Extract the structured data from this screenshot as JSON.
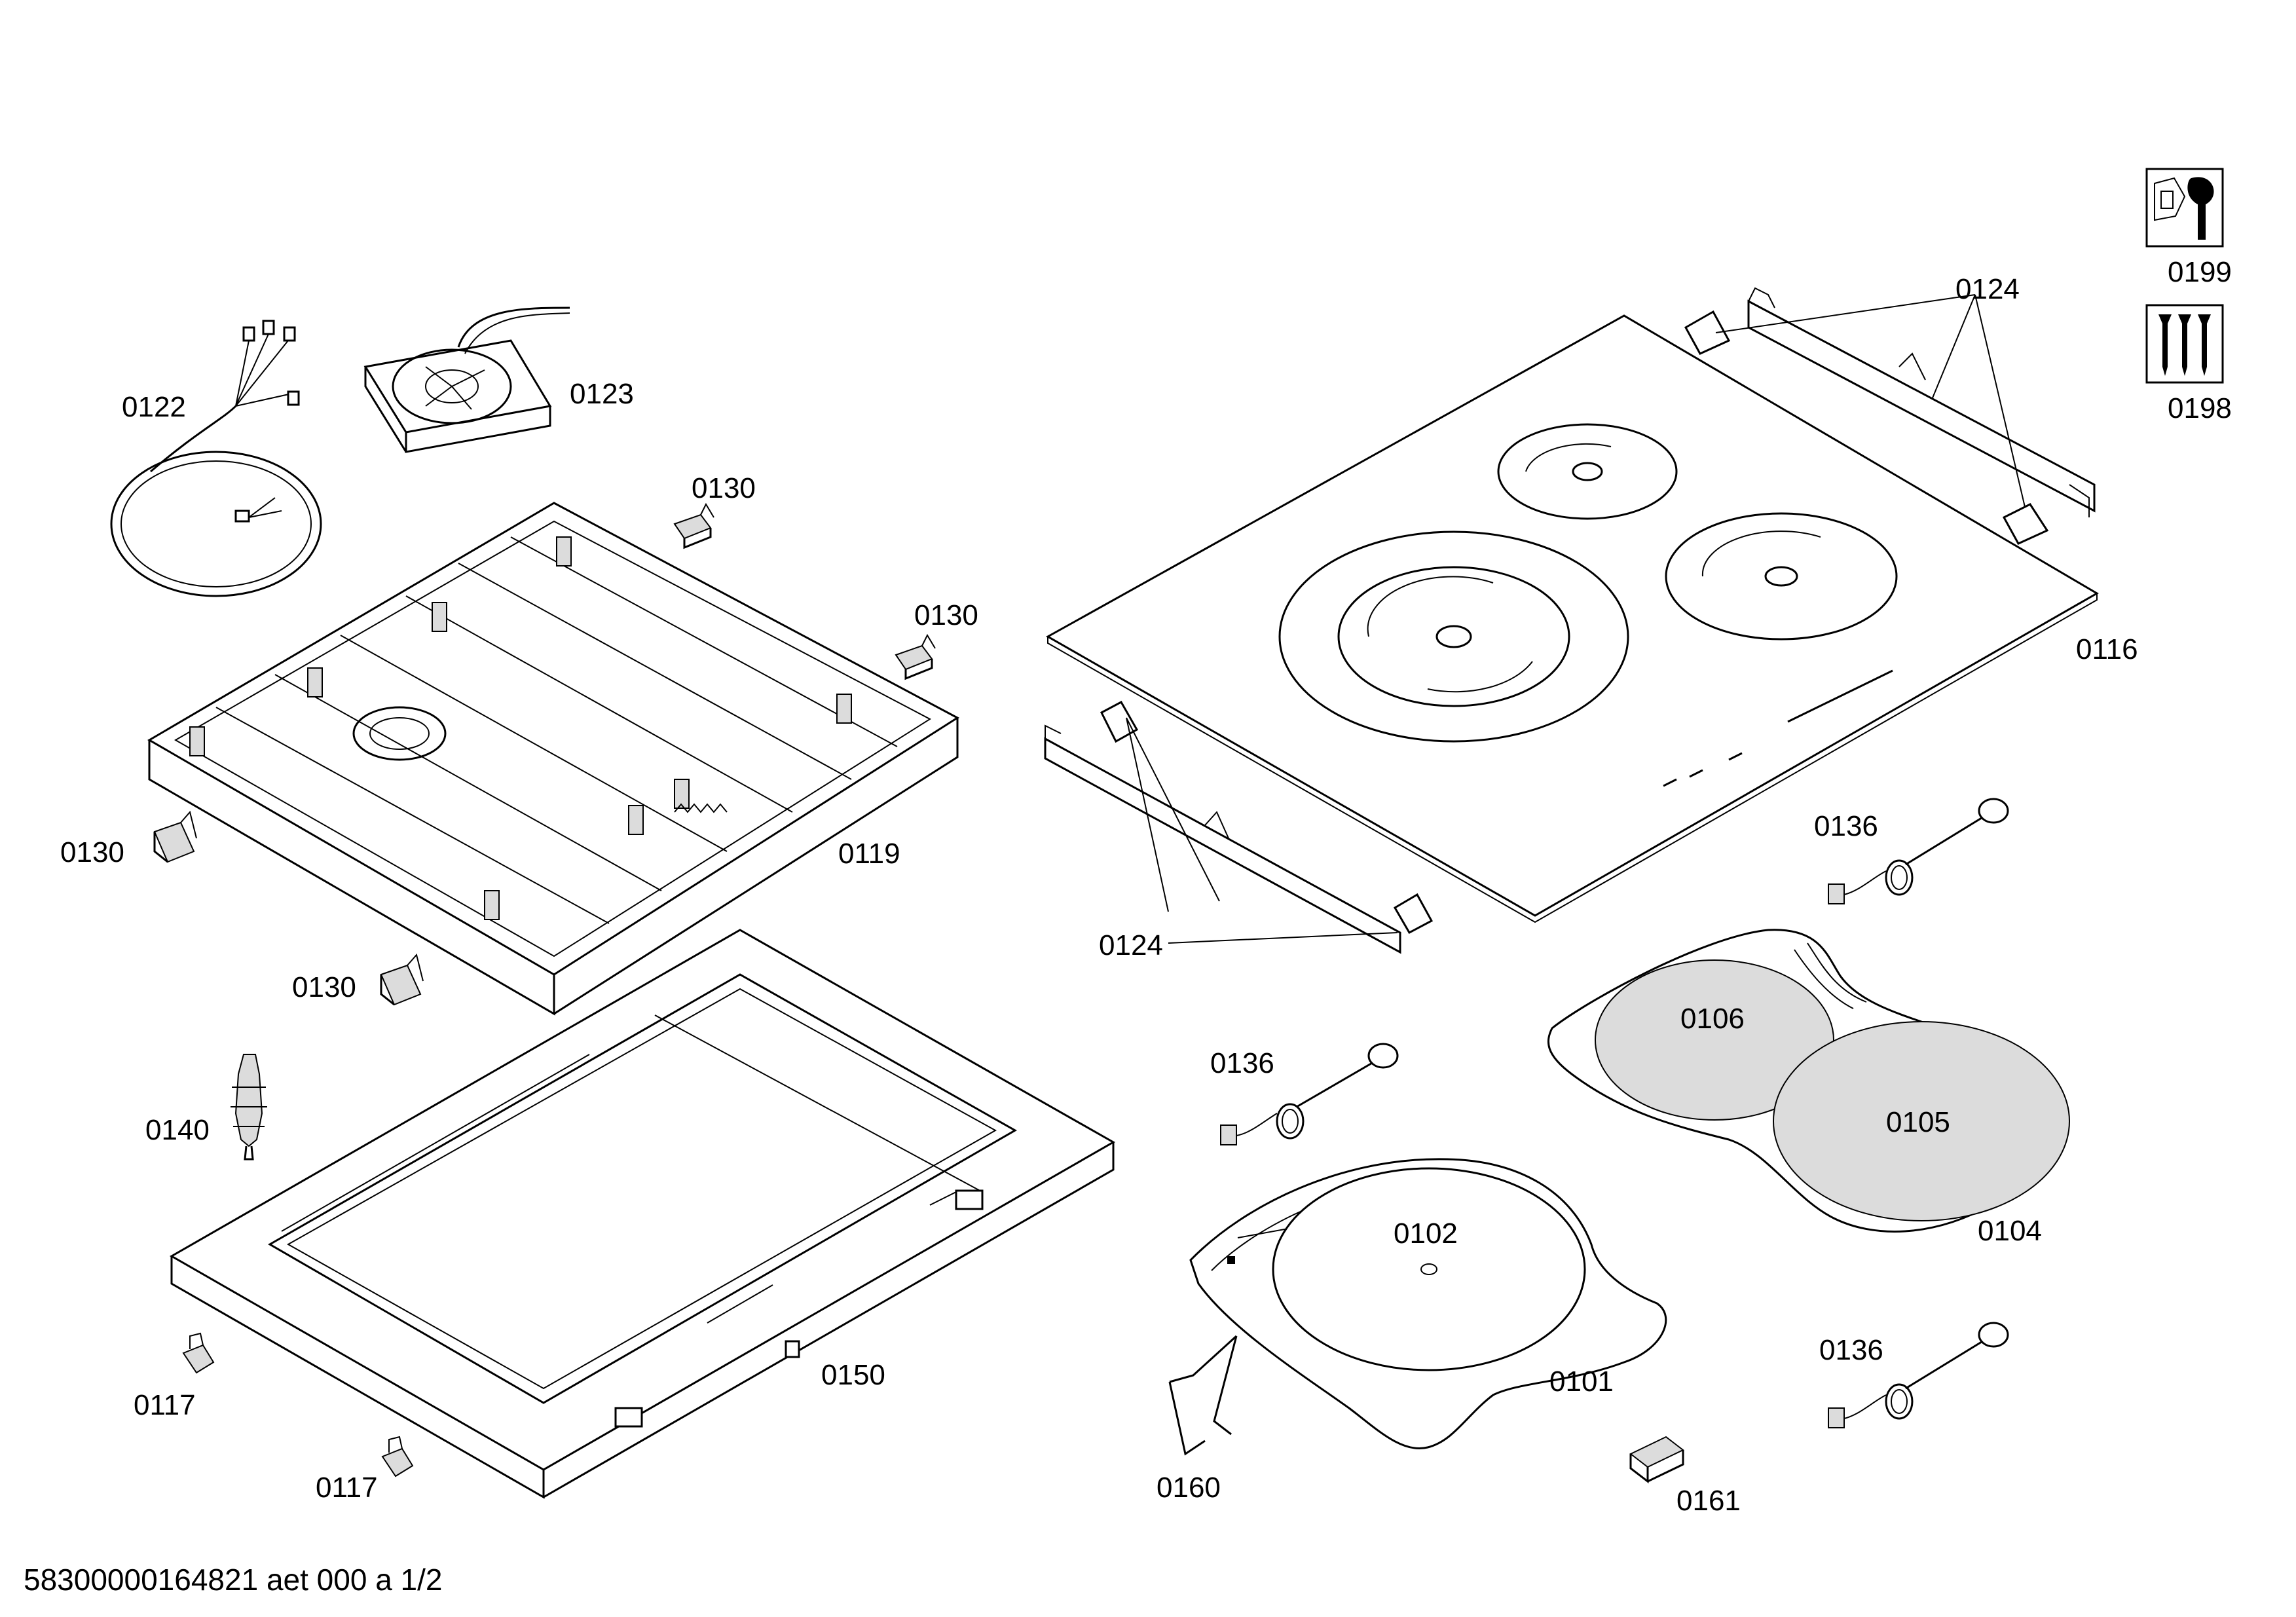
{
  "parts": {
    "p0101": "0101",
    "p0102": "0102",
    "p0104": "0104",
    "p0105": "0105",
    "p0106": "0106",
    "p0116": "0116",
    "p0117a": "0117",
    "p0117b": "0117",
    "p0119": "0119",
    "p0122": "0122",
    "p0123": "0123",
    "p0124a": "0124",
    "p0124b": "0124",
    "p0130a": "0130",
    "p0130b": "0130",
    "p0130c": "0130",
    "p0130d": "0130",
    "p0136a": "0136",
    "p0136b": "0136",
    "p0136c": "0136",
    "p0140": "0140",
    "p0150": "0150",
    "p0160": "0160",
    "p0161": "0161",
    "p0198": "0198",
    "p0199": "0199"
  },
  "footer": {
    "doc_id": "58300000164821 aet 000 a 1/2"
  },
  "icons": {
    "tool_kit": "wrench-nut-icon",
    "screw_kit": "screws-icon"
  }
}
